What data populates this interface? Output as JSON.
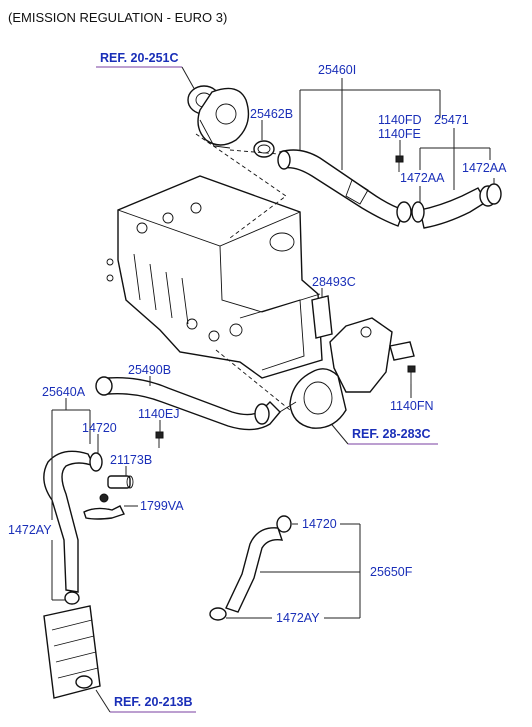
{
  "header": {
    "title": "(EMISSION REGULATION  -  EURO 3)"
  },
  "colors": {
    "label": "#1a2fb8",
    "ref_underline": "#7a3fa0",
    "line": "#222222"
  },
  "references": {
    "ref_top": "REF. 20-251C",
    "ref_right": "REF. 28-283C",
    "ref_bottom": "REF. 20-213B"
  },
  "parts": {
    "p25460I": "25460I",
    "p25462B": "25462B",
    "p1140FD": "1140FD",
    "p1140FE": "1140FE",
    "p25471": "25471",
    "p1472AA_a": "1472AA",
    "p1472AA_b": "1472AA",
    "p28493C": "28493C",
    "p25490B": "25490B",
    "p1140EJ": "1140EJ",
    "p1140FN": "1140FN",
    "p25640A": "25640A",
    "p14720_a": "14720",
    "p21173B": "21173B",
    "p1799VA": "1799VA",
    "p1472AY_a": "1472AY",
    "p14720_b": "14720",
    "p25650F": "25650F",
    "p1472AY_b": "1472AY"
  }
}
